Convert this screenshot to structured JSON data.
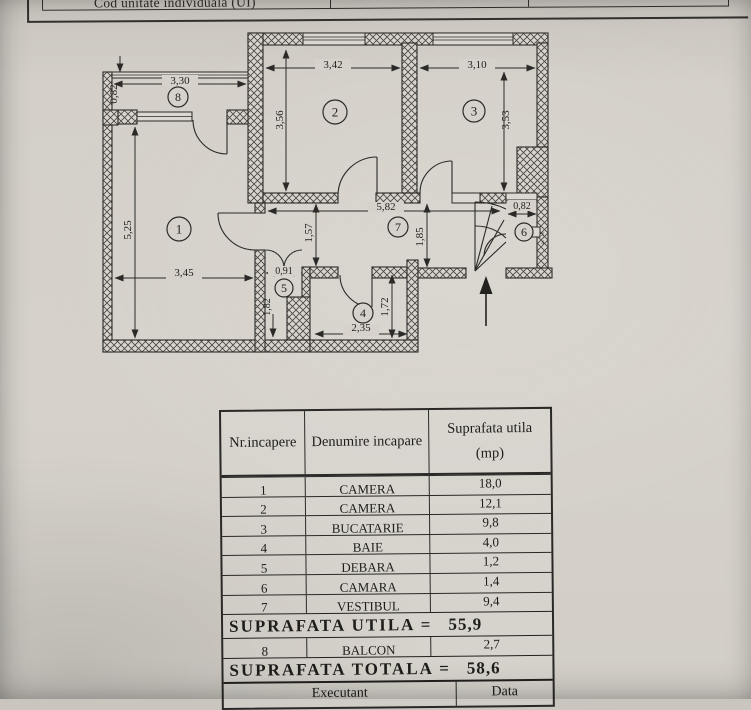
{
  "header": {
    "cod_label": "Cod unitate individuala (UI)"
  },
  "plan": {
    "room_numbers": [
      "1",
      "2",
      "3",
      "4",
      "5",
      "6",
      "7",
      "8"
    ],
    "dims": {
      "balcony_w": "3,30",
      "balcony_d": "0,82",
      "room2_w": "3,42",
      "room2_d": "3,56",
      "room3_w": "3,10",
      "room3_d": "3,53",
      "room1_d": "5,25",
      "room1_w": "3,45",
      "hall_w": "5,82",
      "hall_d1": "1,57",
      "hall_d2": "1,85",
      "room6_w": "0,82",
      "room5_w": "0,91",
      "room5_d": "1,82",
      "room4_d": "1,72",
      "room4_w": "2,35"
    }
  },
  "table": {
    "headers": {
      "col1": "Nr.incapere",
      "col2": "Denumire incapare",
      "col3_line1": "Suprafata utila",
      "col3_line2": "(mp)"
    },
    "rows": [
      {
        "nr": "1",
        "name": "CAMERA",
        "area": "18,0"
      },
      {
        "nr": "2",
        "name": "CAMERA",
        "area": "12,1"
      },
      {
        "nr": "3",
        "name": "BUCATARIE",
        "area": "9,8"
      },
      {
        "nr": "4",
        "name": "BAIE",
        "area": "4,0"
      },
      {
        "nr": "5",
        "name": "DEBARA",
        "area": "1,2"
      },
      {
        "nr": "6",
        "name": "CAMARA",
        "area": "1,4"
      },
      {
        "nr": "7",
        "name": "VESTIBUL",
        "area": "9,4"
      }
    ],
    "subtotal_label": "SUPRAFATA UTILA =",
    "subtotal_value": "55,9",
    "balcony_row": {
      "nr": "8",
      "name": "BALCON",
      "area": "2,7"
    },
    "total_label": "SUPRAFATA TOTALA =",
    "total_value": "58,6",
    "footer": {
      "left": "Executant",
      "right": "Data"
    }
  },
  "colors": {
    "paper": "#d6d2cb",
    "ink": "#2b2a28"
  }
}
